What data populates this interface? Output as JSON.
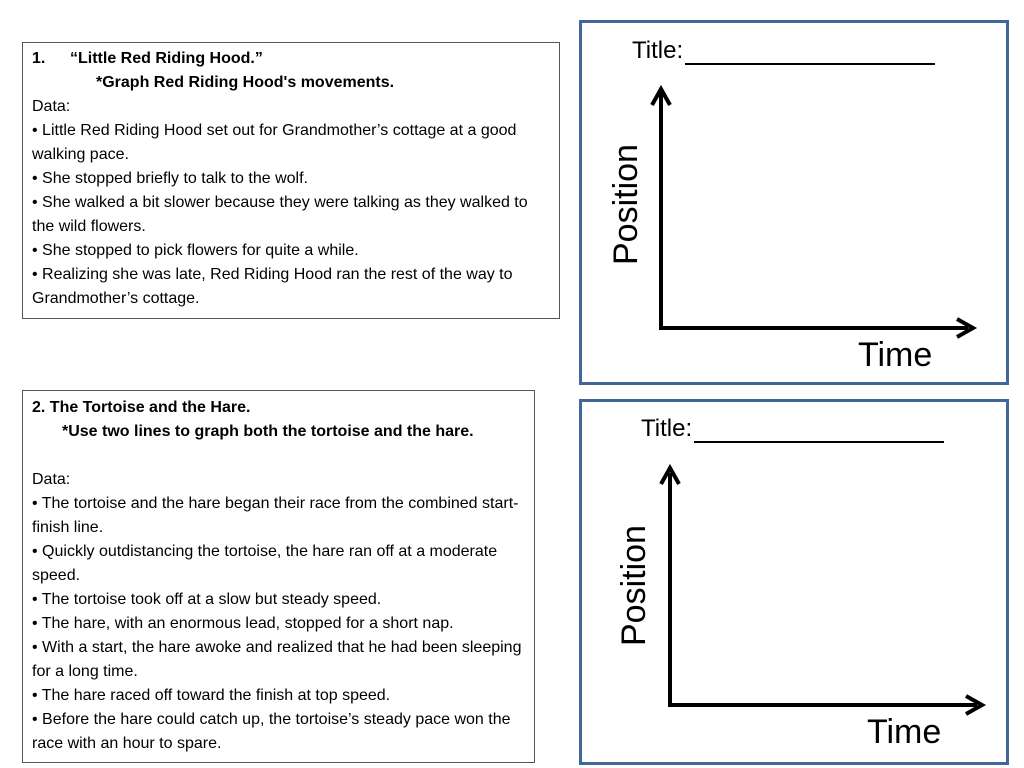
{
  "problem1": {
    "number": "1.",
    "title": "“Little Red Riding Hood.”",
    "instruction": "*Graph Red Riding Hood's movements.",
    "data_label": "Data:",
    "bullets": [
      "• Little Red Riding Hood set out for Grandmother’s cottage at a good walking pace.",
      "• She stopped briefly to talk to the wolf.",
      "• She walked a bit slower because they were talking as they walked to the wild flowers.",
      "• She stopped to pick flowers for quite a while.",
      "• Realizing she was late, Red Riding Hood ran the rest of the way to Grandmother’s cottage."
    ]
  },
  "problem2": {
    "title": "2. The Tortoise and the Hare.",
    "instruction": "*Use two lines to graph both the tortoise and the hare.",
    "data_label": "Data:",
    "bullets": [
      "• The tortoise and the hare began their race from the combined start-finish line.",
      "• Quickly outdistancing the tortoise, the hare ran off at a moderate speed.",
      "• The tortoise took off at a slow but steady speed.",
      "• The hare, with an enormous lead, stopped for a short nap.",
      "• With a start, the hare awoke and realized that he had been sleeping for a long time.",
      "• The hare raced off toward the finish at top speed.",
      "• Before the hare could catch up, the tortoise’s steady pace won the race with an hour to spare."
    ]
  },
  "graph1": {
    "title_label": "Title:",
    "y_label": "Position",
    "x_label": "Time"
  },
  "graph2": {
    "title_label": "Title:",
    "y_label": "Position",
    "x_label": "Time"
  },
  "colors": {
    "panel_border": "#41679a",
    "box_border": "#555555"
  }
}
